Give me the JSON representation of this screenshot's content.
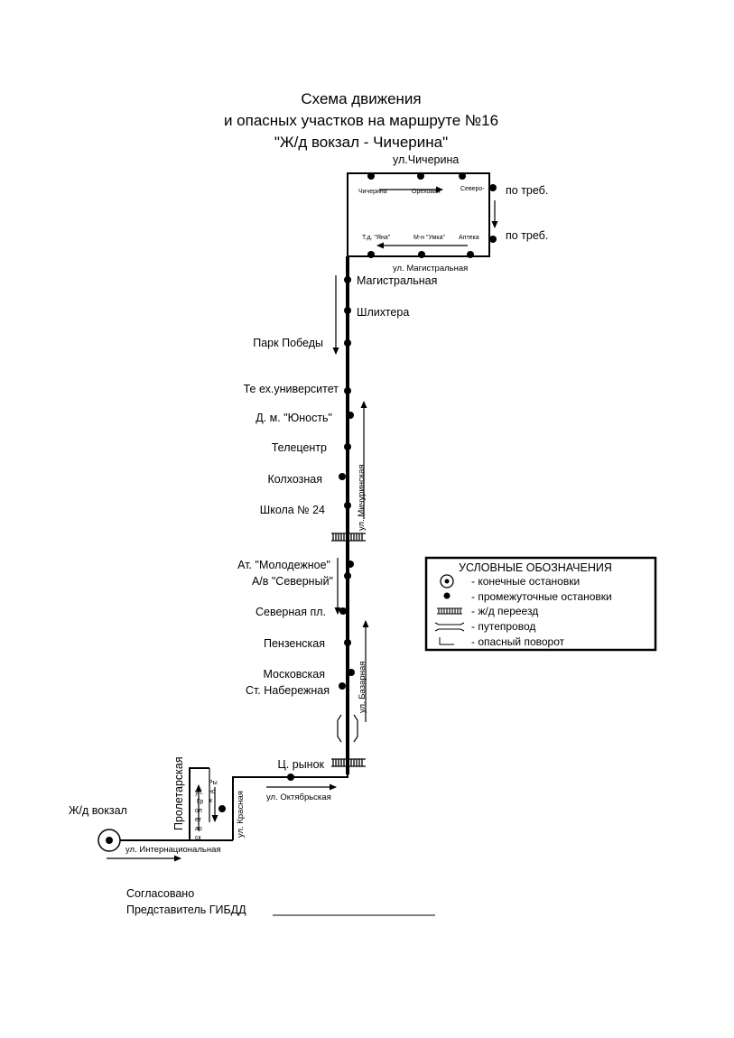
{
  "title": {
    "line1": "Схема движения",
    "line2": "и опасных участков на маршруте №16",
    "line3": "\"Ж/д вокзал - Чичерина\""
  },
  "streets": {
    "chicherina": "ул.Чичерина",
    "magistralnaya": "ул. Магистральная",
    "michurinskaya": "ул. Мичуринская",
    "bazarnaya": "ул. Базарная",
    "oktyabrskaya": "ул. Октябрьская",
    "internatsionalnaya": "ул. Интернациональная",
    "proletarskaya": "Пролетарская",
    "krasnaya": "ул. Красная",
    "ul_short": "ул.",
    "ul_vert": "Гр",
    "ul_vert2": "ол",
    "ul_vert3": "ет",
    "ul_vert4": "ар",
    "ul_vert5": "ск",
    "rynok1": "Ры",
    "rynok2": "но",
    "rynok3": "к"
  },
  "loop_stops": {
    "chicherina": "Чичерина",
    "orekhovaya": "Ореховая",
    "severo": "Северо-",
    "td_yana": "Т.д. \"Яна\"",
    "mn_umka": "М-н \"Умка\"",
    "apteka": "Аптека"
  },
  "on_request_1": "по треб.",
  "on_request_2": "по треб.",
  "stops": {
    "magistralnaya": "Магистральная",
    "shlikhtera": "Шлихтера",
    "park_pobedy": "Парк Победы",
    "tekh_univ": "Те ех.университет",
    "dm_yunost": "Д. м. \"Юность\"",
    "telecenter": "Телецентр",
    "kolkhoznaya": "Колхозная",
    "shkola24": "Школа № 24",
    "at_molodezhnoe": "Ат. \"Молодежное\"",
    "av_severny": "А/в \"Северный\"",
    "severnaya_pl": "Северная пл.",
    "penzenskaya": "Пензенская",
    "moskovskaya": "Московская",
    "st_naberezhnaya": "Ст. Набережная",
    "ts_rynok": "Ц. рынок",
    "zhd_vokzal": "Ж/д вокзал"
  },
  "legend": {
    "title": "УСЛОВНЫЕ ОБОЗНАЧЕНИЯ",
    "items": [
      {
        "symbol": "terminal-stop-icon",
        "text": "- конечные остановки"
      },
      {
        "symbol": "intermediate-stop-icon",
        "text": "- промежуточные остановки"
      },
      {
        "symbol": "railway-crossing-icon",
        "text": "- ж/д  переезд"
      },
      {
        "symbol": "overpass-icon",
        "text": "-   путепровод"
      },
      {
        "symbol": "dangerous-turn-icon",
        "text": "- опасный поворот"
      }
    ]
  },
  "approval": {
    "agreed": "Согласовано",
    "representative": "Представитель ГИБДД"
  }
}
